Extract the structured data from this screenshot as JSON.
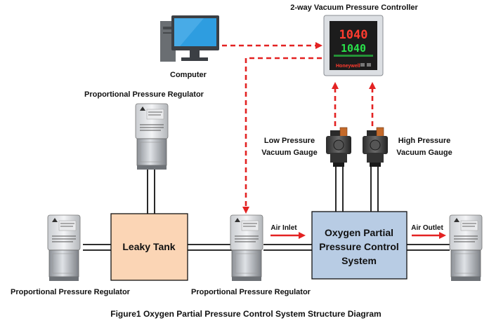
{
  "labels": {
    "controller": "2-way Vacuum Pressure Controller",
    "computer": "Computer",
    "ppr_top": "Proportional Pressure Regulator",
    "ppr_left": "Proportional Pressure Regulator",
    "ppr_mid": "Proportional Pressure Regulator",
    "low_gauge_1": "Low Pressure",
    "low_gauge_2": "Vacuum Gauge",
    "high_gauge_1": "High Pressure",
    "high_gauge_2": "Vacuum Gauge",
    "leaky_tank": "Leaky Tank",
    "system_1": "Oxygen Partial",
    "system_2": "Pressure Control",
    "system_3": "System",
    "air_inlet": "Air Inlet",
    "air_outlet": "Air Outlet",
    "caption": "Figure1 Oxygen Partial Pressure Control System Structure Diagram"
  },
  "controller_display": {
    "pv": "1040",
    "sv": "1040",
    "brand": "Honeywell"
  },
  "colors": {
    "leaky_tank_fill": "#fbd5b5",
    "system_fill": "#b8cce4",
    "signal_line": "#e32222",
    "pipe": "#111111",
    "monitor_blue": "#2e9de0",
    "display_red": "#ff3b2f",
    "display_green": "#29e04a"
  },
  "icons": [
    "computer-icon",
    "controller-icon",
    "regulator-icon",
    "vacuum-gauge-icon",
    "arrow-icon"
  ]
}
